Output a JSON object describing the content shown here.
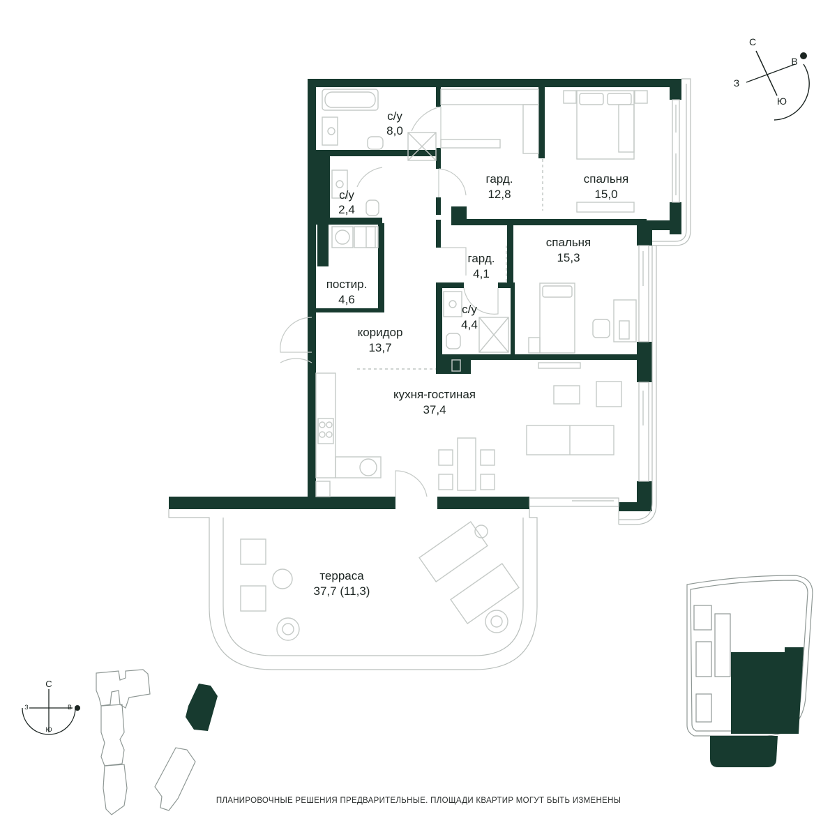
{
  "rooms": [
    {
      "id": "bath1",
      "name": "с/у",
      "area": "8,0"
    },
    {
      "id": "ward1",
      "name": "гард.",
      "area": "12,8"
    },
    {
      "id": "bed1",
      "name": "спальня",
      "area": "15,0"
    },
    {
      "id": "bath2",
      "name": "с/у",
      "area": "2,4"
    },
    {
      "id": "bed2",
      "name": "спальня",
      "area": "15,3"
    },
    {
      "id": "ward2",
      "name": "гард.",
      "area": "4,1"
    },
    {
      "id": "laundry",
      "name": "постир.",
      "area": "4,6"
    },
    {
      "id": "bath3",
      "name": "с/у",
      "area": "4,4"
    },
    {
      "id": "corridor",
      "name": "коридор",
      "area": "13,7"
    },
    {
      "id": "kitchen",
      "name": "кухня-гостиная",
      "area": "37,4"
    },
    {
      "id": "terrace",
      "name": "терраса",
      "area": "37,7 (11,3)"
    }
  ],
  "compass": {
    "north": "С",
    "east": "В",
    "south": "Ю",
    "west": "З"
  },
  "disclaimer": "ПЛАНИРОВОЧНЫЕ РЕШЕНИЯ ПРЕДВАРИТЕЛЬНЫЕ. ПЛОЩАДИ КВАРТИР МОГУТ БЫТЬ ИЗМЕНЕНЫ",
  "colors": {
    "wall": "#173a2f",
    "line": "#c5cac7",
    "text": "#1c2522"
  }
}
